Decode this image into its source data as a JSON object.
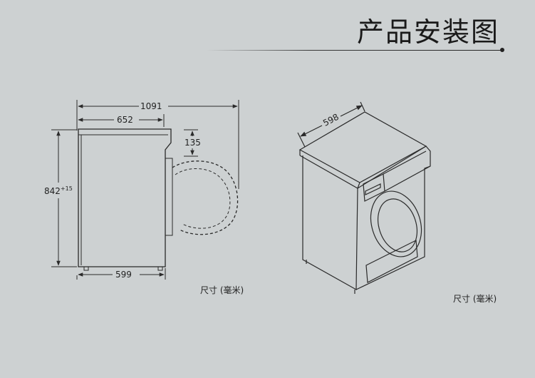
{
  "header": {
    "title": "产品安装图"
  },
  "side_view": {
    "dim_total_depth": "1091",
    "dim_body_depth": "652",
    "dim_door_offset": "135",
    "dim_height": "842",
    "dim_height_tolerance": "+15",
    "dim_base_depth": "599",
    "unit_label": "尺寸 (毫米)"
  },
  "iso_view": {
    "dim_width": "598",
    "unit_label": "尺寸 (毫米)"
  },
  "colors": {
    "background": "#cdd1d2",
    "line": "#2a2a2a"
  }
}
